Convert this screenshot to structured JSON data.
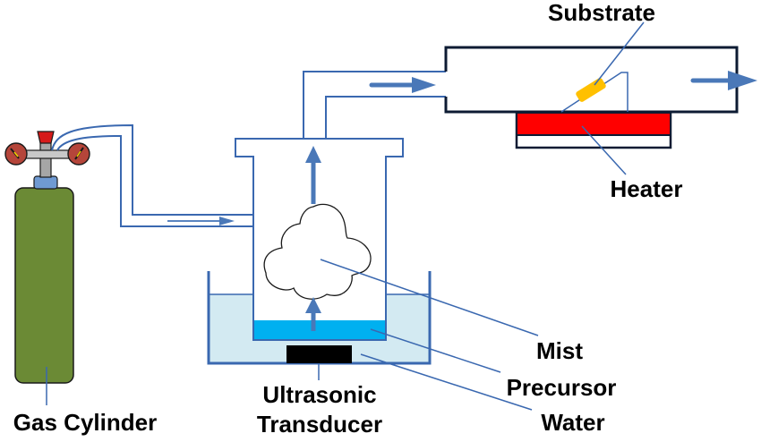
{
  "title": "Mist CVD setup schematic",
  "labels": {
    "substrate": "Substrate",
    "heater": "Heater",
    "mist": "Mist",
    "precursor": "Precursor",
    "water": "Water",
    "transducer_line1": "Ultrasonic",
    "transducer_line2": "Transducer",
    "gas_cylinder": "Gas Cylinder"
  },
  "colors": {
    "pipe": "#3a68b0",
    "arrow": "#4a78b8",
    "chamber_outline": "#0d1b33",
    "heater_red": "#ff0000",
    "substrate_yellow": "#ffc000",
    "water_bath": "#d3eaf2",
    "precursor": "#00b0f0",
    "transducer": "#000000",
    "cylinder_green": "#6b8a35",
    "cylinder_collar": "#6f9ad2",
    "gauge_red": "#b5453a",
    "valve_red": "#d61a1a",
    "valve_gray": "#a6a6a6"
  }
}
